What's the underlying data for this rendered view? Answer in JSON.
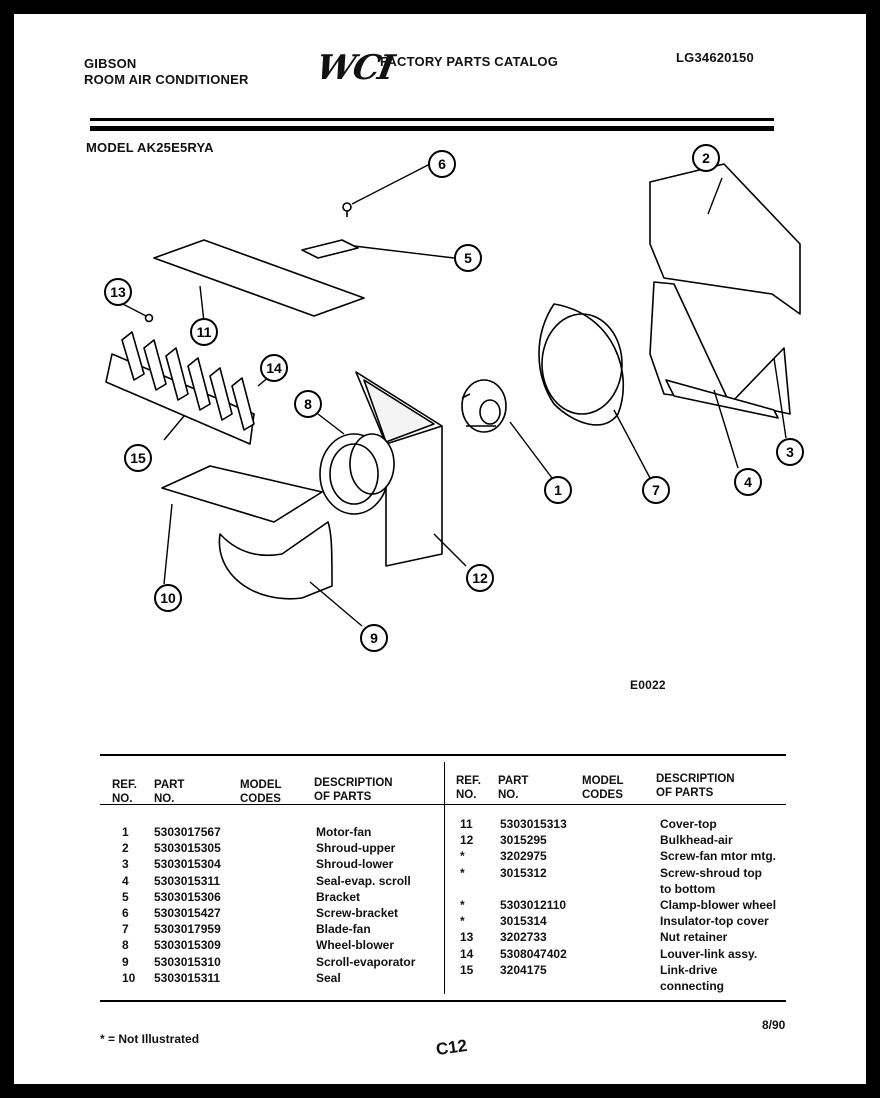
{
  "header": {
    "brand": "GIBSON",
    "product": "ROOM AIR CONDITIONER",
    "logo": "WCI",
    "catalog_title": "FACTORY PARTS CATALOG",
    "catalog_number": "LG34620150",
    "model": "MODEL AK25E5RYA"
  },
  "diagram": {
    "code": "E0022",
    "callouts": [
      "1",
      "2",
      "3",
      "4",
      "5",
      "6",
      "7",
      "8",
      "9",
      "10",
      "11",
      "12",
      "13",
      "14",
      "15"
    ]
  },
  "table": {
    "headers": {
      "ref": [
        "REF.",
        "NO."
      ],
      "part": [
        "PART",
        "NO."
      ],
      "model": [
        "MODEL",
        "CODES"
      ],
      "desc": [
        "DESCRIPTION",
        "OF PARTS"
      ]
    },
    "left_rows": [
      {
        "ref": "1",
        "part": "5303017567",
        "desc": "Motor-fan"
      },
      {
        "ref": "2",
        "part": "5303015305",
        "desc": "Shroud-upper"
      },
      {
        "ref": "3",
        "part": "5303015304",
        "desc": "Shroud-lower"
      },
      {
        "ref": "4",
        "part": "5303015311",
        "desc": "Seal-evap. scroll"
      },
      {
        "ref": "5",
        "part": "5303015306",
        "desc": "Bracket"
      },
      {
        "ref": "6",
        "part": "5303015427",
        "desc": "Screw-bracket"
      },
      {
        "ref": "7",
        "part": "5303017959",
        "desc": "Blade-fan"
      },
      {
        "ref": "8",
        "part": "5303015309",
        "desc": "Wheel-blower"
      },
      {
        "ref": "9",
        "part": "5303015310",
        "desc": "Scroll-evaporator"
      },
      {
        "ref": "10",
        "part": "5303015311",
        "desc": "Seal"
      }
    ],
    "right_rows": [
      {
        "ref": "11",
        "part": "5303015313",
        "desc": "Cover-top"
      },
      {
        "ref": "12",
        "part": "3015295",
        "desc": "Bulkhead-air"
      },
      {
        "ref": "*",
        "part": "3202975",
        "desc": "Screw-fan mtor mtg."
      },
      {
        "ref": "*",
        "part": "3015312",
        "desc": "Screw-shroud top"
      },
      {
        "ref": "",
        "part": "",
        "desc": "to bottom"
      },
      {
        "ref": "*",
        "part": "5303012110",
        "desc": "Clamp-blower wheel"
      },
      {
        "ref": "*",
        "part": "3015314",
        "desc": "Insulator-top cover"
      },
      {
        "ref": "13",
        "part": "3202733",
        "desc": "Nut retainer"
      },
      {
        "ref": "14",
        "part": "5308047402",
        "desc": "Louver-link assy."
      },
      {
        "ref": "15",
        "part": "3204175",
        "desc": "Link-drive"
      },
      {
        "ref": "",
        "part": "",
        "desc": "connecting"
      }
    ]
  },
  "footer": {
    "note": "* = Not Illustrated",
    "page": "C12",
    "date": "8/90"
  }
}
